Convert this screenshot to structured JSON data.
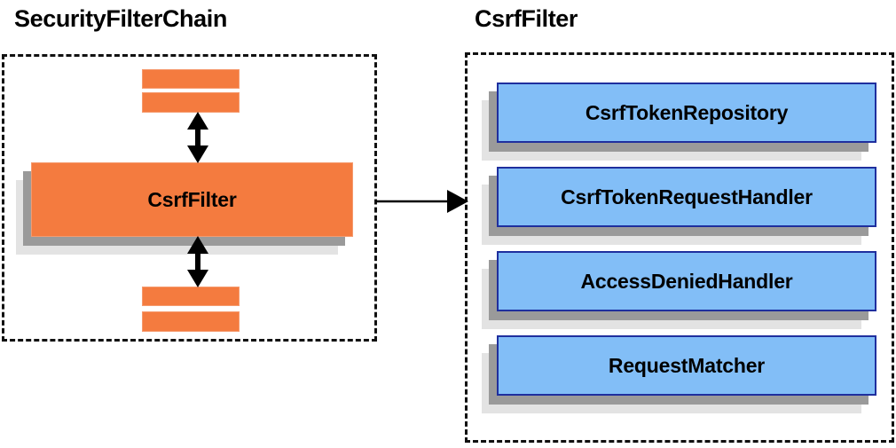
{
  "diagram": {
    "type": "component-relationship-diagram",
    "colors": {
      "orange_fill": "#f47b3f",
      "orange_border": "#f59a6e",
      "blue_fill": "#82bef7",
      "blue_border": "#1f2f9e",
      "shadow_dark": "#9a9a9a",
      "shadow_light": "#e3e3e3",
      "outline_dashed": "#111111",
      "background": "#ffffff"
    },
    "panels": [
      {
        "id": "security-filter-chain",
        "title": "SecurityFilterChain",
        "highlighted_node": "CsrfFilter",
        "placeholder_bars_above": 2,
        "placeholder_bars_below": 2
      },
      {
        "id": "csrf-filter",
        "title": "CsrfFilter",
        "collaborators": [
          "CsrfTokenRepository",
          "CsrfTokenRequestHandler",
          "AccessDeniedHandler",
          "RequestMatcher"
        ]
      }
    ],
    "connectors": [
      {
        "id": "chain-above",
        "style": "double-headed-vertical"
      },
      {
        "id": "chain-below",
        "style": "double-headed-vertical"
      },
      {
        "id": "panel-link",
        "style": "single-headed-horizontal",
        "from": "SecurityFilterChain",
        "to": "CsrfFilter"
      }
    ]
  }
}
